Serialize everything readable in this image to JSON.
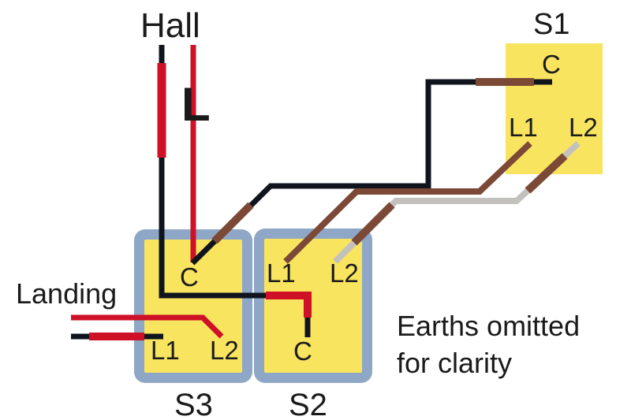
{
  "labels": {
    "hall": "Hall",
    "landing": "Landing",
    "live_marker": "L"
  },
  "note": {
    "line1": "Earths omitted",
    "line2": "for clarity"
  },
  "switches": {
    "s1": {
      "label": "S1",
      "terminal_c": "C",
      "terminal_l1": "L1",
      "terminal_l2": "L2"
    },
    "s2": {
      "label": "S2",
      "terminal_c": "C",
      "terminal_l1": "L1",
      "terminal_l2": "L2"
    },
    "s3": {
      "label": "S3",
      "terminal_c": "C",
      "terminal_l1": "L1",
      "terminal_l2": "L2"
    }
  },
  "wires": [
    {
      "name": "hall-black-feed",
      "color": "black",
      "sleeves": [
        "red"
      ],
      "from": "Hall",
      "to": "S2 C"
    },
    {
      "name": "hall-red-live",
      "color": "red",
      "sleeves": [],
      "from": "Hall L",
      "to": "S3 C"
    },
    {
      "name": "strap-s3c-to-s1c",
      "color": "black",
      "sleeves": [
        "brown",
        "brown"
      ],
      "from": "S3 C",
      "to": "S1 C"
    },
    {
      "name": "strap-s1l1-to-s2l1",
      "color": "brown",
      "sleeves": [],
      "from": "S1 L1",
      "to": "S2 L1"
    },
    {
      "name": "strap-s1l2-to-s2l2",
      "color": "grey",
      "sleeves": [
        "brown",
        "brown"
      ],
      "from": "S1 L2",
      "to": "S2 L2"
    },
    {
      "name": "landing-red",
      "color": "red",
      "sleeves": [],
      "from": "Landing",
      "to": "S3 L2"
    },
    {
      "name": "landing-black",
      "color": "black",
      "sleeves": [
        "red"
      ],
      "from": "Landing",
      "to": "S3 L1"
    }
  ],
  "colors": {
    "background": "#ffffff",
    "box_fill": "#F9E45F",
    "box_frame": "#8FA7C6",
    "wire_black": "#10151D",
    "wire_red": "#CE1126",
    "wire_brown": "#7B4936",
    "wire_gray": "#C3C1BE",
    "text": "#1A1A1A"
  }
}
